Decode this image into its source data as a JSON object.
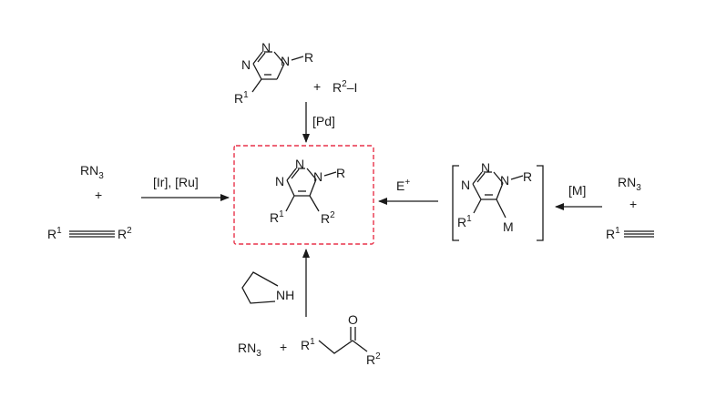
{
  "scheme": {
    "top": {
      "ring_n_left": "N",
      "ring_n_mid": "N",
      "ring_n_right": "N",
      "ring_r": "R",
      "r1_base": "R",
      "r1_sup": "1",
      "plus": "+",
      "reagent_r": "R",
      "reagent_sup": "2",
      "reagent_tail": "–I",
      "catalyst": "[Pd]"
    },
    "center": {
      "ring_n_left": "N",
      "ring_n_mid": "N",
      "ring_n_right": "N",
      "ring_r": "R",
      "r1_base": "R",
      "r1_sup": "1",
      "r2_base": "R",
      "r2_sup": "2",
      "box_color": "#e8324a"
    },
    "left": {
      "azide_base": "RN",
      "azide_sub": "3",
      "plus": "+",
      "r1_base": "R",
      "r1_sup": "1",
      "r2_base": "R",
      "r2_sup": "2",
      "catalyst": "[Ir], [Ru]"
    },
    "right": {
      "electrophile_base": "E",
      "electrophile_sup": "+",
      "ring_n_left": "N",
      "ring_n_mid": "N",
      "ring_n_right": "N",
      "ring_r": "R",
      "r1_base": "R",
      "r1_sup": "1",
      "metal": "M",
      "catalyst": "[M]",
      "azide_base": "RN",
      "azide_sub": "3",
      "plus": "+",
      "alkyne_r_base": "R",
      "alkyne_r_sup": "1"
    },
    "bottom": {
      "amine_label": "NH",
      "azide_base": "RN",
      "azide_sub": "3",
      "plus": "+",
      "r1_base": "R",
      "r1_sup": "1",
      "oxygen": "O",
      "r2_base": "R",
      "r2_sup": "2"
    }
  }
}
